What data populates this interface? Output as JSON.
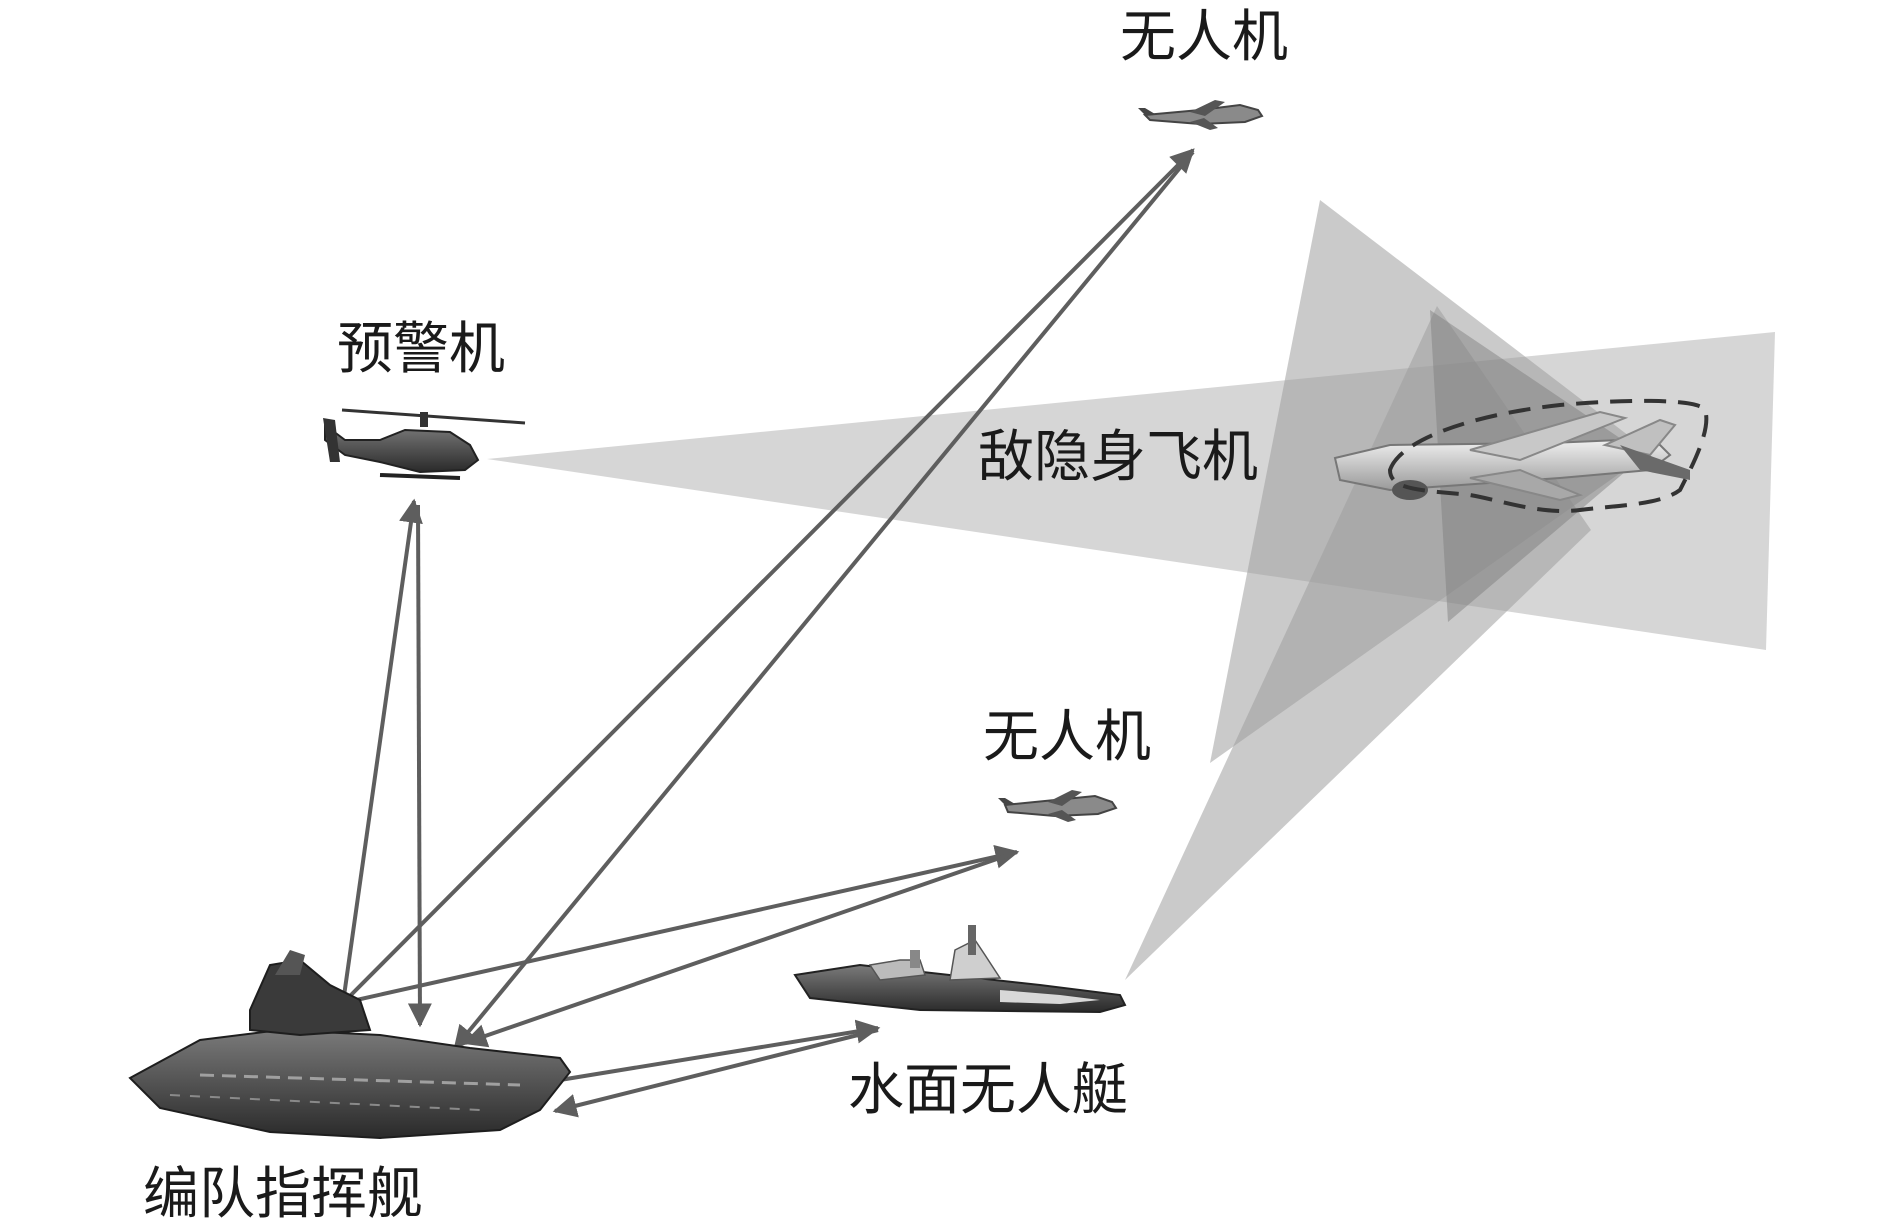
{
  "labels": {
    "uav_top": "无人机",
    "awacs": "预警机",
    "stealth_aircraft": "敌隐身飞机",
    "uav_mid": "无人机",
    "usv": "水面无人艇",
    "command_ship": "编队指挥舰"
  },
  "colors": {
    "arrow": "#5e5e5e",
    "beam_light": "#bdbdbd",
    "beam_overlap": "#8c8c8c",
    "text": "#1a1a1a"
  },
  "icons": {
    "uav_top": "uav-drone-icon",
    "awacs": "helicopter-icon",
    "stealth_aircraft": "stealth-aircraft-icon",
    "uav_mid": "uav-drone-icon",
    "usv": "warship-icon",
    "command_ship": "aircraft-carrier-icon"
  }
}
